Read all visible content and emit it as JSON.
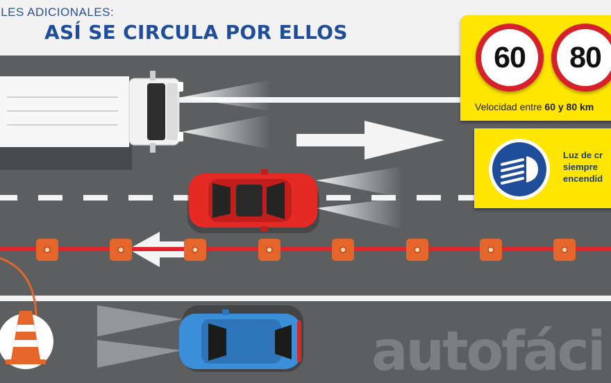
{
  "header": {
    "subtitle": "ILES ADICIONALES:",
    "title": "ASÍ SE CIRCULA POR ELLOS"
  },
  "speed_panel": {
    "signs": [
      "60",
      "80"
    ],
    "caption_prefix": "Velocidad entre ",
    "caption_bold": "60 y 80 km"
  },
  "light_panel": {
    "icon": "low-beam-headlight-icon",
    "lines": [
      "Luz de cr",
      "siempre",
      "encendid"
    ]
  },
  "watermark": "autofáci",
  "colors": {
    "road": "#5d5e60",
    "panel_yellow": "#ffe500",
    "sign_red": "#d6212a",
    "title_blue": "#1f4d99",
    "cone_line_red": "#e0242b",
    "cone_orange": "#e4662a",
    "red_car": "#e52a26",
    "blue_car": "#3b8fd8"
  }
}
